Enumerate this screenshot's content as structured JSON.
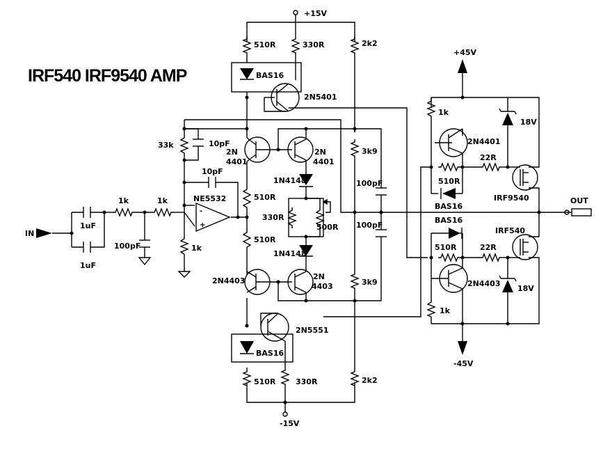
{
  "title": "IRF540 IRF9540 AMP",
  "rails": {
    "pos15": "+15V",
    "neg15": "-15V",
    "pos45": "+45V",
    "neg45": "-45V"
  },
  "io": {
    "in": "IN",
    "out": "OUT"
  },
  "resistors": {
    "r_in1": "1k",
    "r_in2": "1k",
    "r_gnd": "1k",
    "r_fb": "33k",
    "r_top1": "510R",
    "r_top2": "330R",
    "r_top3": "2k2",
    "r_mid1": "510R",
    "r_mid2": "510R",
    "r_bias1": "330R",
    "r_pot": "500R",
    "r_3k9a": "3k9",
    "r_3k9b": "3k9",
    "r_bot1": "510R",
    "r_bot2": "330R",
    "r_bot3": "2k2",
    "r_out1k_top": "1k",
    "r_out510_top": "510R",
    "r_out22_top": "22R",
    "r_out510_bot": "510R",
    "r_out22_bot": "22R",
    "r_out1k_bot": "1k"
  },
  "capacitors": {
    "c_in1": "1uF",
    "c_in2": "1uF",
    "c_in3": "100pF",
    "c_fb": "10pF",
    "c_fb2": "10pF",
    "c_bs1": "100pF",
    "c_bs2": "100pF"
  },
  "semis": {
    "opamp": "NE5532",
    "q_top": "2N5401",
    "q_bot": "2N5551",
    "q_diff1_a": "2N",
    "q_diff1_b": "4401",
    "q_diff2_a": "2N",
    "q_diff2_b": "4401",
    "q_vas1": "2N4403",
    "q_vas2_a": "2N",
    "q_vas2_b": "4403",
    "d_top": "BAS16",
    "d_bot": "BAS16",
    "d_1": "1N4148",
    "d_2": "1N4148",
    "q_drv_top": "2N4401",
    "q_drv_bot": "2N4403",
    "d_out_top": "BAS16",
    "d_out_bot": "BAS16",
    "z_top": "18V",
    "z_bot": "18V",
    "m_top": "IRF9540",
    "m_bot": "IRF540"
  }
}
